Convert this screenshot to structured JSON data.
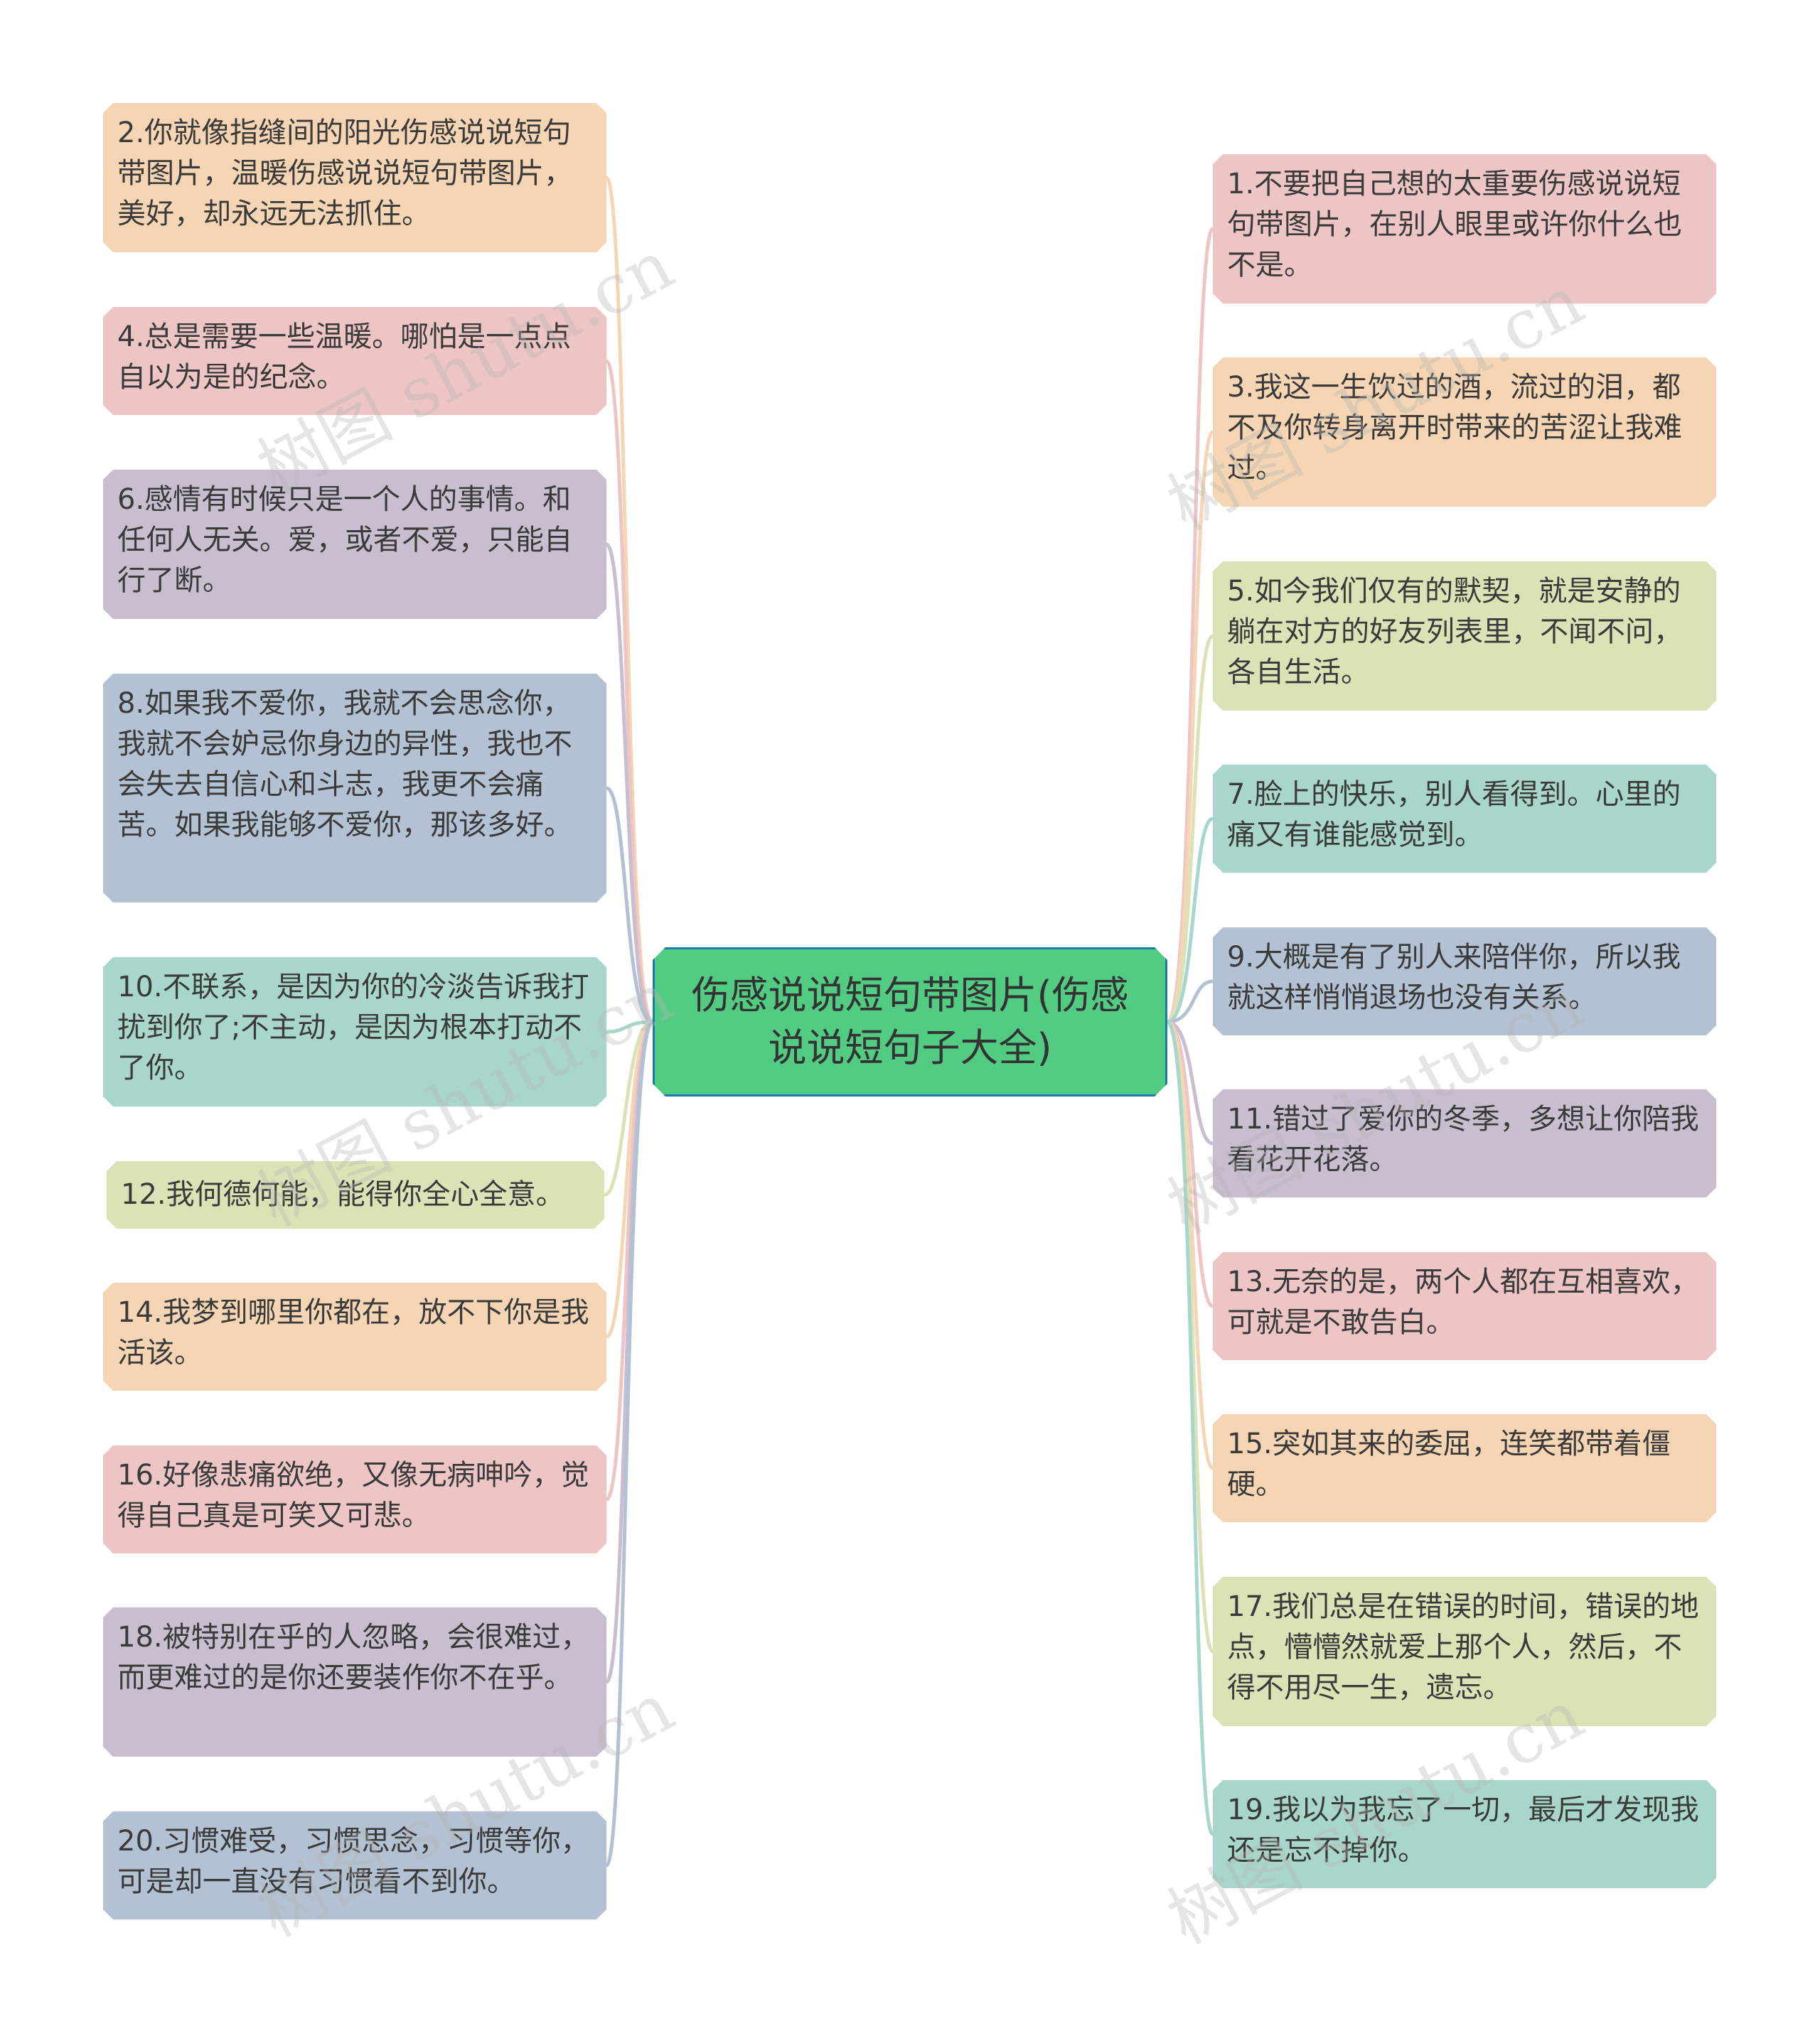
{
  "root": {
    "text": "伤感说说短句带图片(伤感说说短句子大全)",
    "color": "#52cc82",
    "border": "#1a7fa8"
  },
  "watermark": "树图 shutu.cn",
  "palette": {
    "peach": "#f5d5b3",
    "pink": "#eec5c5",
    "purple": "#c9bdd0",
    "blue": "#b3c2d3",
    "teal": "#a9d6cc",
    "olive": "#dde2b6"
  },
  "left": [
    {
      "text": "2.你就像指缝间的阳光伤感说说短句带图片，温暖伤感说说短句带图片，美好，却永远无法抓住。",
      "color": "peach"
    },
    {
      "text": "4.总是需要一些温暖。哪怕是一点点自以为是的纪念。",
      "color": "pink"
    },
    {
      "text": "6.感情有时候只是一个人的事情。和任何人无关。爱，或者不爱，只能自行了断。",
      "color": "purple"
    },
    {
      "text": "8.如果我不爱你，我就不会思念你，我就不会妒忌你身边的异性，我也不会失去自信心和斗志，我更不会痛苦。如果我能够不爱你，那该多好。",
      "color": "blue"
    },
    {
      "text": "10.不联系，是因为你的冷淡告诉我打扰到你了;不主动，是因为根本打动不了你。",
      "color": "teal"
    },
    {
      "text": "12.我何德何能，能得你全心全意。",
      "color": "olive"
    },
    {
      "text": "14.我梦到哪里你都在，放不下你是我活该。",
      "color": "peach"
    },
    {
      "text": "16.好像悲痛欲绝，又像无病呻吟，觉得自己真是可笑又可悲。",
      "color": "pink"
    },
    {
      "text": "18.被特别在乎的人忽略，会很难过，而更难过的是你还要装作你不在乎。",
      "color": "purple"
    },
    {
      "text": "20.习惯难受，习惯思念，习惯等你，可是却一直没有习惯看不到你。",
      "color": "blue"
    }
  ],
  "right": [
    {
      "text": "1.不要把自己想的太重要伤感说说短句带图片，在别人眼里或许你什么也不是。",
      "color": "pink"
    },
    {
      "text": "3.我这一生饮过的酒，流过的泪，都不及你转身离开时带来的苦涩让我难过。",
      "color": "peach"
    },
    {
      "text": "5.如今我们仅有的默契，就是安静的躺在对方的好友列表里，不闻不问，各自生活。",
      "color": "olive"
    },
    {
      "text": "7.脸上的快乐，别人看得到。心里的痛又有谁能感觉到。",
      "color": "teal"
    },
    {
      "text": "9.大概是有了别人来陪伴你，所以我就这样悄悄退场也没有关系。",
      "color": "blue"
    },
    {
      "text": "11.错过了爱你的冬季，多想让你陪我看花开花落。",
      "color": "purple"
    },
    {
      "text": "13.无奈的是，两个人都在互相喜欢，可就是不敢告白。",
      "color": "pink"
    },
    {
      "text": "15.突如其来的委屈，连笑都带着僵硬。",
      "color": "peach"
    },
    {
      "text": "17.我们总是在错误的时间，错误的地点，懵懵然就爱上那个人，然后，不得不用尽一生，遗忘。",
      "color": "olive"
    },
    {
      "text": "19.我以为我忘了一切，最后才发现我还是忘不掉你。",
      "color": "teal"
    }
  ]
}
